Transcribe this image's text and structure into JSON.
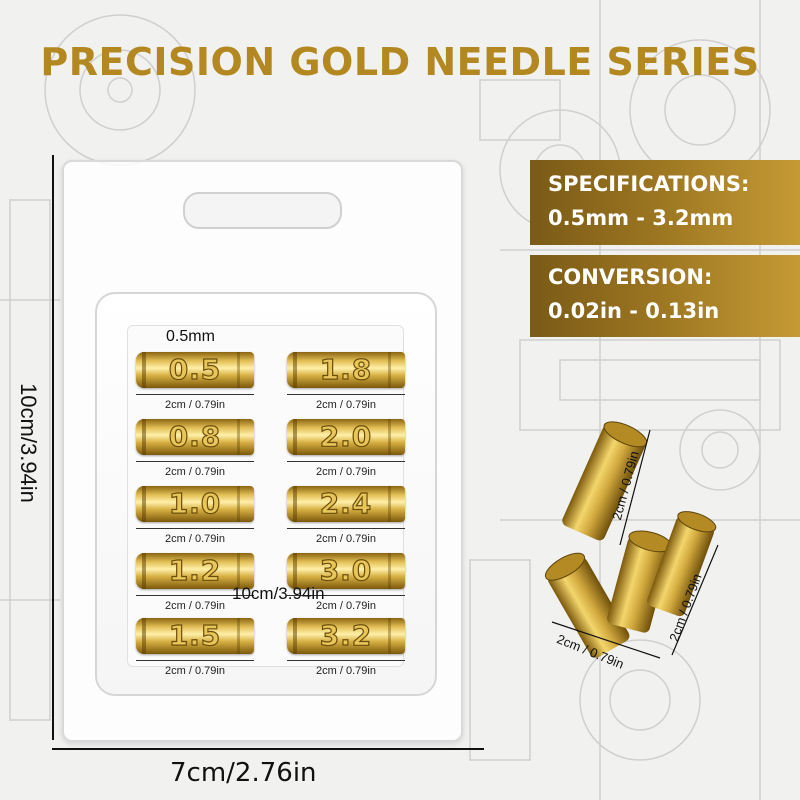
{
  "title": "PRECISION GOLD NEEDLE SERIES",
  "specifications": {
    "title": "SPECIFICATIONS:",
    "value": "0.5mm - 3.2mm"
  },
  "conversion": {
    "title": "CONVERSION:",
    "value": "0.02in - 0.13in"
  },
  "package": {
    "top_label": "0.5mm",
    "center_label": "10cm/3.94in",
    "height_label": "10cm/3.94in",
    "width_label": "7cm/2.76in"
  },
  "collets": [
    {
      "value": "0.5",
      "size": "2cm / 0.79in"
    },
    {
      "value": "1.8",
      "size": "2cm / 0.79in"
    },
    {
      "value": "0.8",
      "size": "2cm / 0.79in"
    },
    {
      "value": "2.0",
      "size": "2cm / 0.79in"
    },
    {
      "value": "1.0",
      "size": "2cm / 0.79in"
    },
    {
      "value": "2.4",
      "size": "2cm / 0.79in"
    },
    {
      "value": "1.2",
      "size": "2cm / 0.79in"
    },
    {
      "value": "3.0",
      "size": "2cm / 0.79in"
    },
    {
      "value": "1.5",
      "size": "2cm / 0.79in"
    },
    {
      "value": "3.2",
      "size": "2cm / 0.79in"
    }
  ],
  "detail_labels": {
    "single": "2cm / 0.79in",
    "group_bottom": "2cm / 0.79in",
    "group_right": "2cm / 0.79in"
  },
  "colors": {
    "gold_title": "#b38820",
    "banner_dark": "#7a5a17",
    "banner_light": "#c59a35"
  }
}
